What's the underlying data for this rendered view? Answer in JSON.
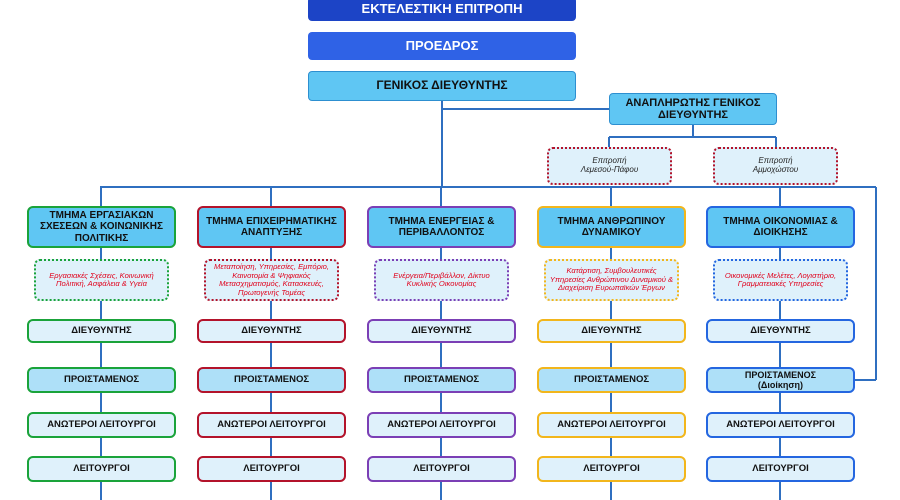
{
  "chart": {
    "executive_committee": "ΕΚΤΕΛΕΣΤΙΚΗ ΕΠΙΤΡΟΠΗ",
    "president": "ΠΡΟΕΔΡΟΣ",
    "general_director": "ΓΕΝΙΚΟΣ ΔΙΕΥΘΥΝΤΗΣ",
    "deputy_general_director": "ΑΝΑΠΛΗΡΩΤΗΣ ΓΕΝΙΚΟΣ ΔΙΕΥΘΥΝΤΗΣ",
    "committees": [
      {
        "line1": "Επιτροπή",
        "line2": "Λεμεσού-Πάφου"
      },
      {
        "line1": "Επιτροπή",
        "line2": "Αμμοχώστου"
      }
    ],
    "roles": {
      "director": "ΔΙΕΥΘΥΝΤΗΣ",
      "head": "ΠΡΟΙΣΤΑΜΕΝΟΣ",
      "senior_officers": "ΑΝΩΤΕΡΟΙ ΛΕΙΤΟΥΡΓΟΙ",
      "officers": "ΛΕΙΤΟΥΡΓΟΙ",
      "head_admin_note": "(Διοίκηση)"
    },
    "departments": [
      {
        "name": "ΤΜΗΜΑ ΕΡΓΑΣΙΑΚΩΝ ΣΧΕΣΕΩΝ & ΚΟΙΝΩΝΙΚΗΣ ΠΟΛΙΤΙΚΗΣ",
        "areas": "Εργασιακές Σχέσεις, Κοινωνική Πολιτική, Ασφάλεια & Υγεία",
        "color": "#1aa33a"
      },
      {
        "name": "ΤΜΗΜΑ ΕΠΙΧΕΙΡΗΜΑΤΙΚΗΣ ΑΝΑΠΤΥΞΗΣ",
        "areas": "Μεταποίηση, Υπηρεσίες, Εμπόριο, Καινοτομία & Ψηφιακός Μετασχηματισμός, Κατασκευές, Πρωτογενής Τομέας",
        "color": "#b3132b"
      },
      {
        "name": "ΤΜΗΜΑ ΕΝΕΡΓΕΙΑΣ & ΠΕΡΙΒΑΛΛΟΝΤΟΣ",
        "areas": "Ενέργεια/Περιβάλλον, Δίκτυο Κυκλικής Οικονομίας",
        "color": "#7b3fb5"
      },
      {
        "name": "ΤΜΗΜΑ ΑΝΘΡΩΠΙΝΟΥ ΔΥΝΑΜΙΚΟΥ",
        "areas": "Κατάρτιση, Συμβουλευτικές Υπηρεσίες Ανθρώπινου Δυναμικού & Διαχείριση Ευρωπαϊκών Έργων",
        "color": "#f2b61c"
      },
      {
        "name": "ΤΜΗΜΑ ΟΙΚΟΝΟΜΙΑΣ & ΔΙΟΙΚΗΣΗΣ",
        "areas": "Οικονομικές Μελέτες, Λογιστήριο, Γραμματειακές Υπηρεσίες",
        "color": "#2466e0"
      }
    ]
  }
}
